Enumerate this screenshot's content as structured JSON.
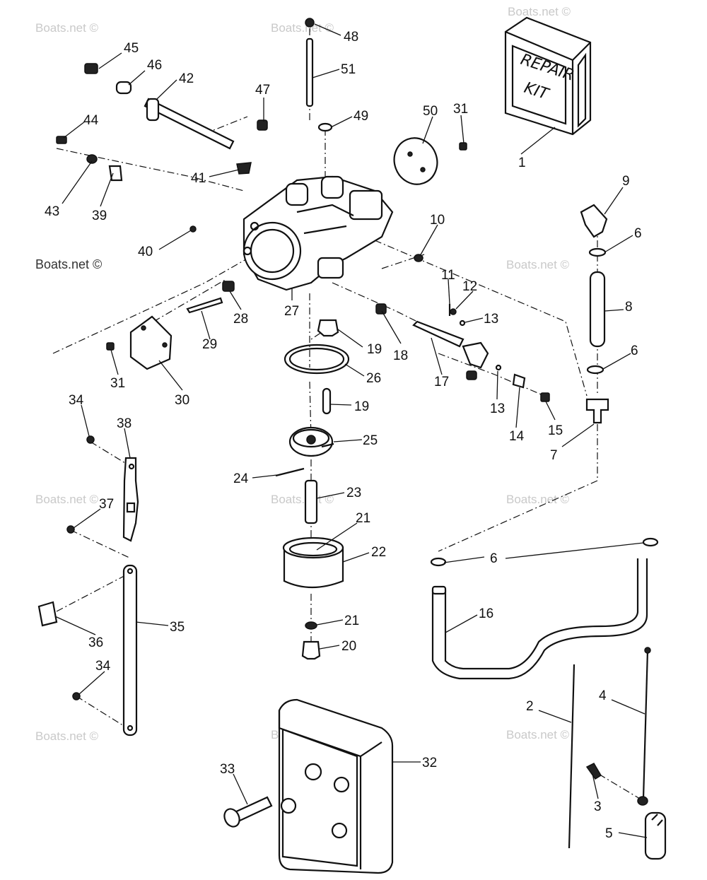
{
  "watermark": "Boats.net ©",
  "kit_label": {
    "line1": "REPAIR",
    "line2": "KIT"
  },
  "parts": [
    {
      "id": "p45",
      "number": "45"
    },
    {
      "id": "p46",
      "number": "46"
    },
    {
      "id": "p42",
      "number": "42"
    },
    {
      "id": "p44",
      "number": "44"
    },
    {
      "id": "p43",
      "number": "43"
    },
    {
      "id": "p39",
      "number": "39"
    },
    {
      "id": "p47",
      "number": "47"
    },
    {
      "id": "p41",
      "number": "41"
    },
    {
      "id": "p40",
      "number": "40"
    },
    {
      "id": "p48",
      "number": "48"
    },
    {
      "id": "p51",
      "number": "51"
    },
    {
      "id": "p49",
      "number": "49"
    },
    {
      "id": "p50",
      "number": "50"
    },
    {
      "id": "p31a",
      "number": "31"
    },
    {
      "id": "p1",
      "number": "1"
    },
    {
      "id": "p9",
      "number": "9"
    },
    {
      "id": "p6a",
      "number": "6"
    },
    {
      "id": "p8",
      "number": "8"
    },
    {
      "id": "p6b",
      "number": "6"
    },
    {
      "id": "p7",
      "number": "7"
    },
    {
      "id": "p10",
      "number": "10"
    },
    {
      "id": "p11",
      "number": "11"
    },
    {
      "id": "p12",
      "number": "12"
    },
    {
      "id": "p13a",
      "number": "13"
    },
    {
      "id": "p18",
      "number": "18"
    },
    {
      "id": "p17",
      "number": "17"
    },
    {
      "id": "p13b",
      "number": "13"
    },
    {
      "id": "p14",
      "number": "14"
    },
    {
      "id": "p15",
      "number": "15"
    },
    {
      "id": "p27",
      "number": "27"
    },
    {
      "id": "p28",
      "number": "28"
    },
    {
      "id": "p29",
      "number": "29"
    },
    {
      "id": "p31b",
      "number": "31"
    },
    {
      "id": "p30",
      "number": "30"
    },
    {
      "id": "p19a",
      "number": "19"
    },
    {
      "id": "p26",
      "number": "26"
    },
    {
      "id": "p19b",
      "number": "19"
    },
    {
      "id": "p25",
      "number": "25"
    },
    {
      "id": "p24",
      "number": "24"
    },
    {
      "id": "p23",
      "number": "23"
    },
    {
      "id": "p21a",
      "number": "21"
    },
    {
      "id": "p22",
      "number": "22"
    },
    {
      "id": "p21b",
      "number": "21"
    },
    {
      "id": "p20",
      "number": "20"
    },
    {
      "id": "p34a",
      "number": "34"
    },
    {
      "id": "p38",
      "number": "38"
    },
    {
      "id": "p37",
      "number": "37"
    },
    {
      "id": "p36",
      "number": "36"
    },
    {
      "id": "p35",
      "number": "35"
    },
    {
      "id": "p34b",
      "number": "34"
    },
    {
      "id": "p6c",
      "number": "6"
    },
    {
      "id": "p16",
      "number": "16"
    },
    {
      "id": "p2",
      "number": "2"
    },
    {
      "id": "p4",
      "number": "4"
    },
    {
      "id": "p3",
      "number": "3"
    },
    {
      "id": "p5",
      "number": "5"
    },
    {
      "id": "p32",
      "number": "32"
    },
    {
      "id": "p33",
      "number": "33"
    }
  ]
}
